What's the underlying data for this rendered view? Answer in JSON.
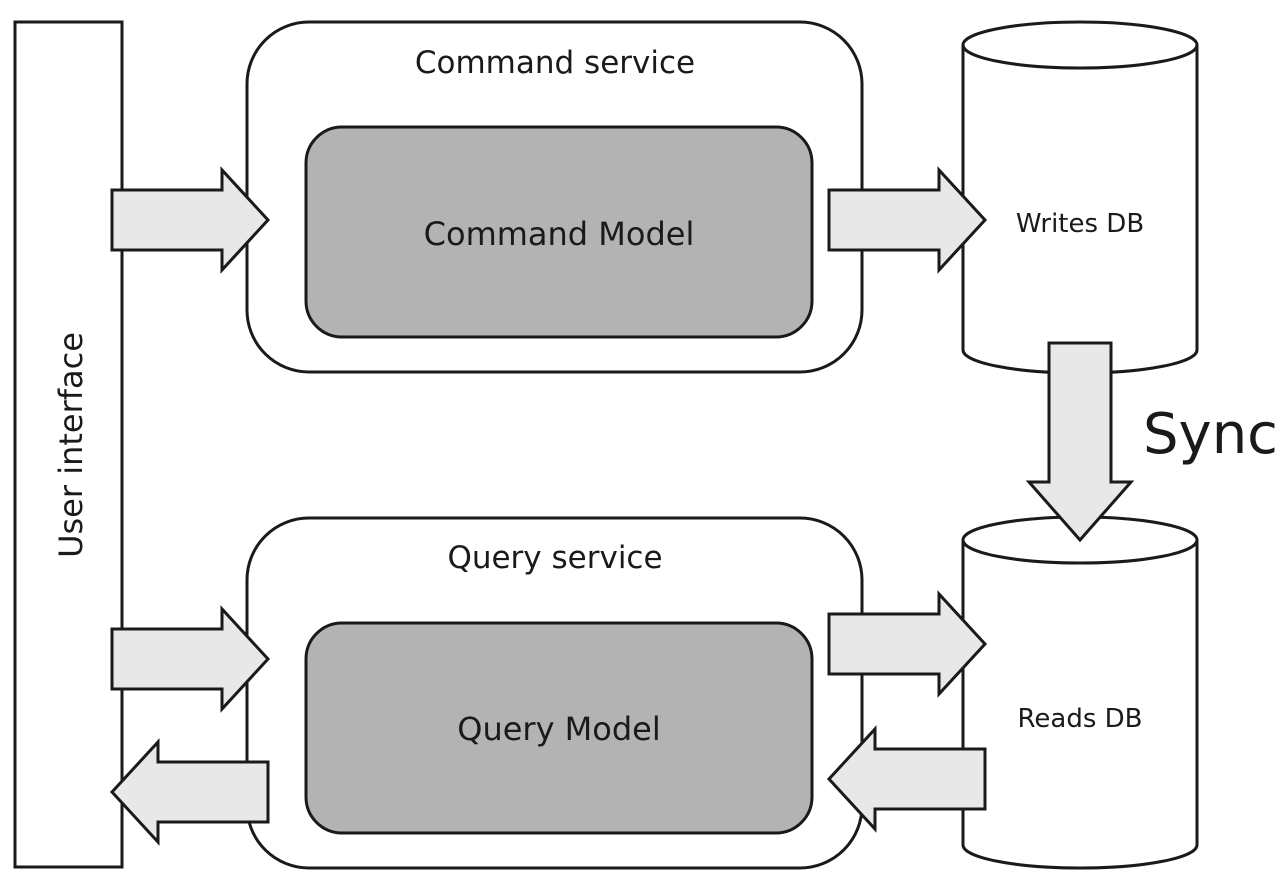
{
  "user_interface": {
    "label": "User interface"
  },
  "command_service": {
    "title": "Command service",
    "model_label": "Command Model"
  },
  "query_service": {
    "title": "Query service",
    "model_label": "Query Model"
  },
  "writes_db": {
    "label": "Writes DB"
  },
  "reads_db": {
    "label": "Reads DB"
  },
  "sync": {
    "label": "Sync"
  },
  "colors": {
    "stroke": "#1a1a1a",
    "model_fill": "#b3b3b3",
    "arrow_fill": "#e8e8e8",
    "background": "#ffffff"
  }
}
